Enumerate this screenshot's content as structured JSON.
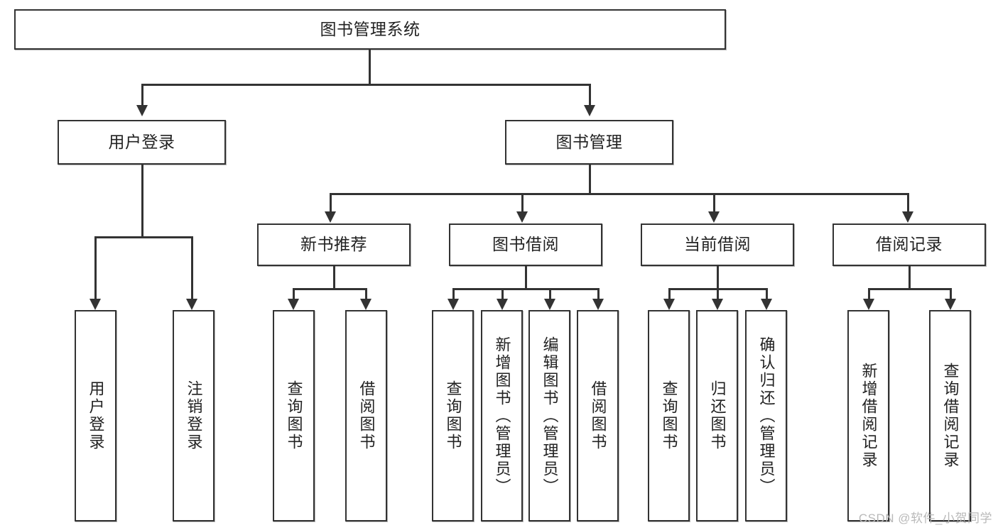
{
  "diagram": {
    "title": "图书管理系统",
    "watermark": "CSDN @软件_小贺同学",
    "root": {
      "label": "图书管理系统"
    },
    "level2": [
      {
        "label": "用户登录"
      },
      {
        "label": "图书管理"
      }
    ],
    "level3": [
      {
        "label": "新书推荐"
      },
      {
        "label": "图书借阅"
      },
      {
        "label": "当前借阅"
      },
      {
        "label": "借阅记录"
      }
    ],
    "leaves": {
      "user_login": [
        {
          "label": "用户登录"
        },
        {
          "label": "注销登录"
        }
      ],
      "new_book_recommend": [
        {
          "label": "查询图书"
        },
        {
          "label": "借阅图书"
        }
      ],
      "book_borrow": [
        {
          "label": "查询图书"
        },
        {
          "label": "新增图书（管理员）"
        },
        {
          "label": "编辑图书（管理员）"
        },
        {
          "label": "借阅图书"
        }
      ],
      "current_borrow": [
        {
          "label": "查询图书"
        },
        {
          "label": "归还图书"
        },
        {
          "label": "确认归还（管理员）"
        }
      ],
      "borrow_record": [
        {
          "label": "新增借阅记录"
        },
        {
          "label": "查询借阅记录"
        }
      ]
    }
  },
  "colors": {
    "stroke": "#333333",
    "background": "#ffffff",
    "text": "#222222",
    "watermark": "#b9b9b9"
  }
}
